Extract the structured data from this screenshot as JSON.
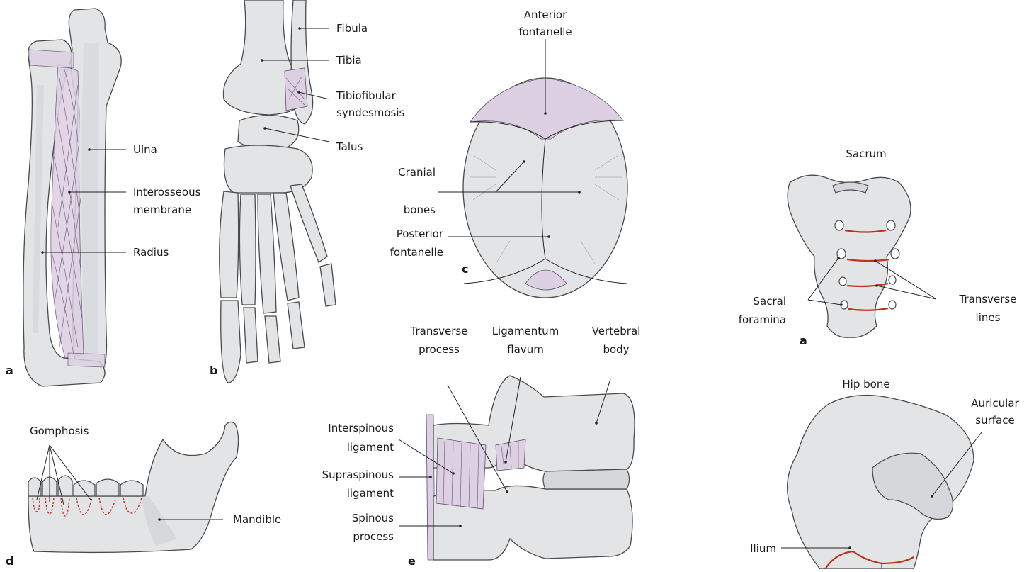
{
  "panels": {
    "a_forearm": {
      "letter": "a",
      "labels": {
        "ulna": "Ulna",
        "interosseous_1": "Interosseous",
        "interosseous_2": "membrane",
        "radius": "Radius"
      }
    },
    "b_ankle": {
      "letter": "b",
      "labels": {
        "fibula": "Fibula",
        "tibia": "Tibia",
        "tibiofibular_1": "Tibiofibular",
        "tibiofibular_2": "syndesmosis",
        "talus": "Talus"
      }
    },
    "c_skull": {
      "letter": "c",
      "labels": {
        "anterior_1": "Anterior",
        "anterior_2": "fontanelle",
        "cranial_1": "Cranial",
        "cranial_2": "bones",
        "posterior_1": "Posterior",
        "posterior_2": "fontanelle"
      }
    },
    "d_mandible": {
      "letter": "d",
      "labels": {
        "gomphosis": "Gomphosis",
        "mandible": "Mandible"
      }
    },
    "e_spine": {
      "letter": "e",
      "labels": {
        "transverse_1": "Transverse",
        "transverse_2": "process",
        "flavum_1": "Ligamentum",
        "flavum_2": "flavum",
        "body_1": "Vertebral",
        "body_2": "body",
        "interspinous_1": "Interspinous",
        "interspinous_2": "ligament",
        "supraspinous_1": "Supraspinous",
        "supraspinous_2": "ligament",
        "spinous_1": "Spinous",
        "spinous_2": "process"
      }
    },
    "right_a_sacrum": {
      "letter": "a",
      "labels": {
        "title": "Sacrum",
        "foramina_1": "Sacral",
        "foramina_2": "foramina",
        "lines_1": "Transverse",
        "lines_2": "lines"
      }
    },
    "right_b_hip": {
      "labels": {
        "title": "Hip bone",
        "auricular_1": "Auricular",
        "auricular_2": "surface",
        "ilium": "Ilium"
      }
    }
  }
}
